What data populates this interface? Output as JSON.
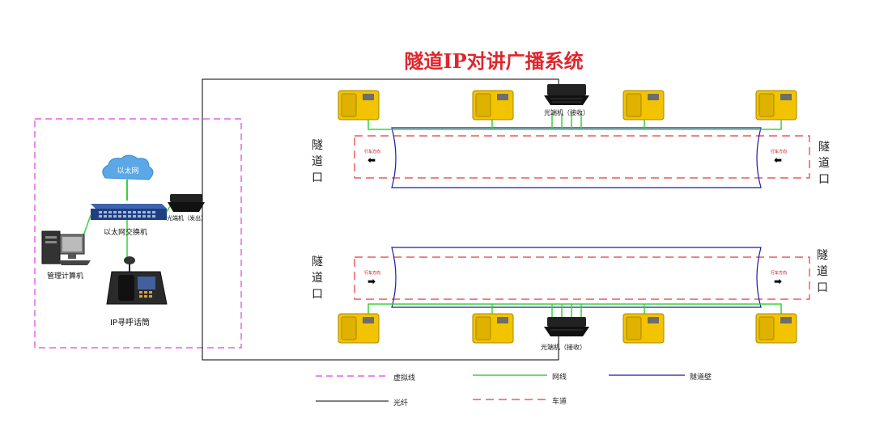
{
  "title": "隧道IP对讲广播系统",
  "labels": {
    "optical_top": "光端机（接收）",
    "optical_bottom": "光端机（接收）",
    "optical_send": "光端机（发出）",
    "ethernet_cloud": "以太网",
    "switch": "以太网交换机",
    "computer": "管理计算机",
    "ip_phone": "IP寻呼话筒",
    "tunnel_char1": "隧",
    "tunnel_char2": "道",
    "tunnel_char3": "口",
    "direction": "行车方向"
  },
  "legend": {
    "virtual": "虚拟线",
    "network": "网线",
    "tunnel_wall": "隧道壁",
    "fiber": "光纤",
    "lane": "车道"
  },
  "colors": {
    "title": "#e0262d",
    "virtual_line": "#e040e0",
    "network_line": "#3ad13a",
    "tunnel_wall": "#1a1aa8",
    "fiber": "#000000",
    "lane": "#e23a3a",
    "phone_body": "#f2c400"
  }
}
